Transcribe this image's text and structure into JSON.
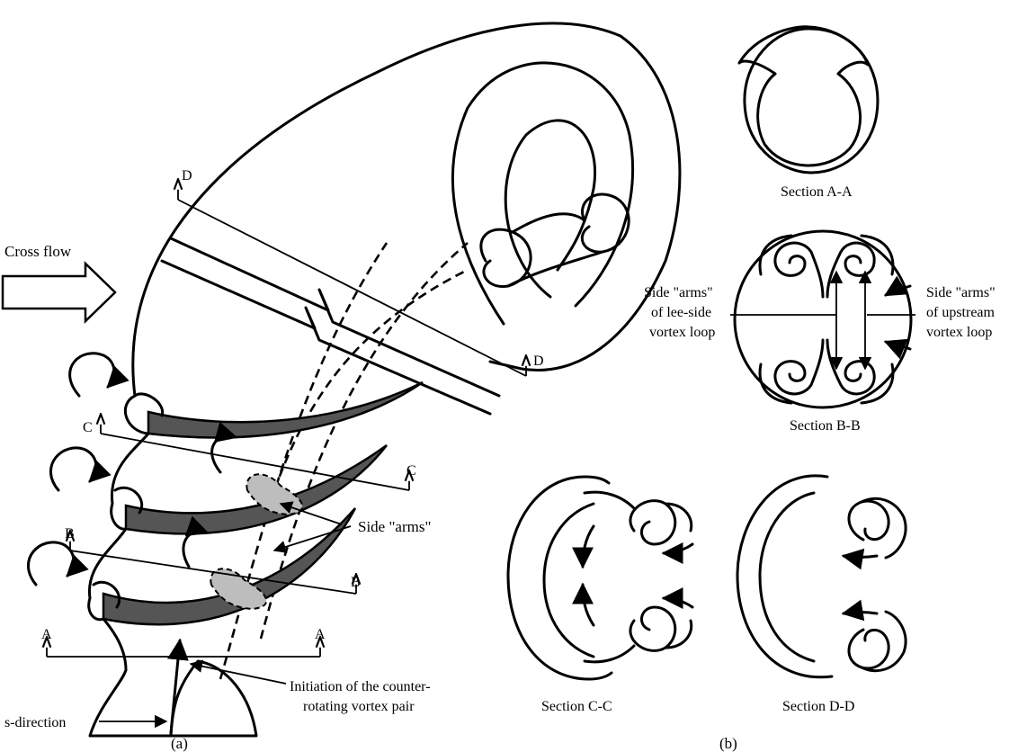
{
  "panel_a": {
    "label": "(a)",
    "cross_flow": "Cross flow",
    "sections": {
      "a": "A",
      "b": "B",
      "c": "C",
      "d": "D"
    },
    "side_arms": "Side \"arms\"",
    "initiation_line1": "Initiation of the counter-",
    "initiation_line2": "rotating vortex pair",
    "s_direction": "s-direction"
  },
  "panel_b": {
    "label": "(b)",
    "section_aa": "Section A-A",
    "section_bb": "Section B-B",
    "section_cc": "Section C-C",
    "section_dd": "Section D-D",
    "left_arms": [
      "Side \"arms\"",
      "of lee-side",
      "vortex loop"
    ],
    "right_arms": [
      "Side \"arms\"",
      "of upstream",
      "vortex loop"
    ]
  },
  "colors": {
    "ink": "#000000",
    "dark_tube": "#555555",
    "light_patch": "#bdbdbd"
  }
}
